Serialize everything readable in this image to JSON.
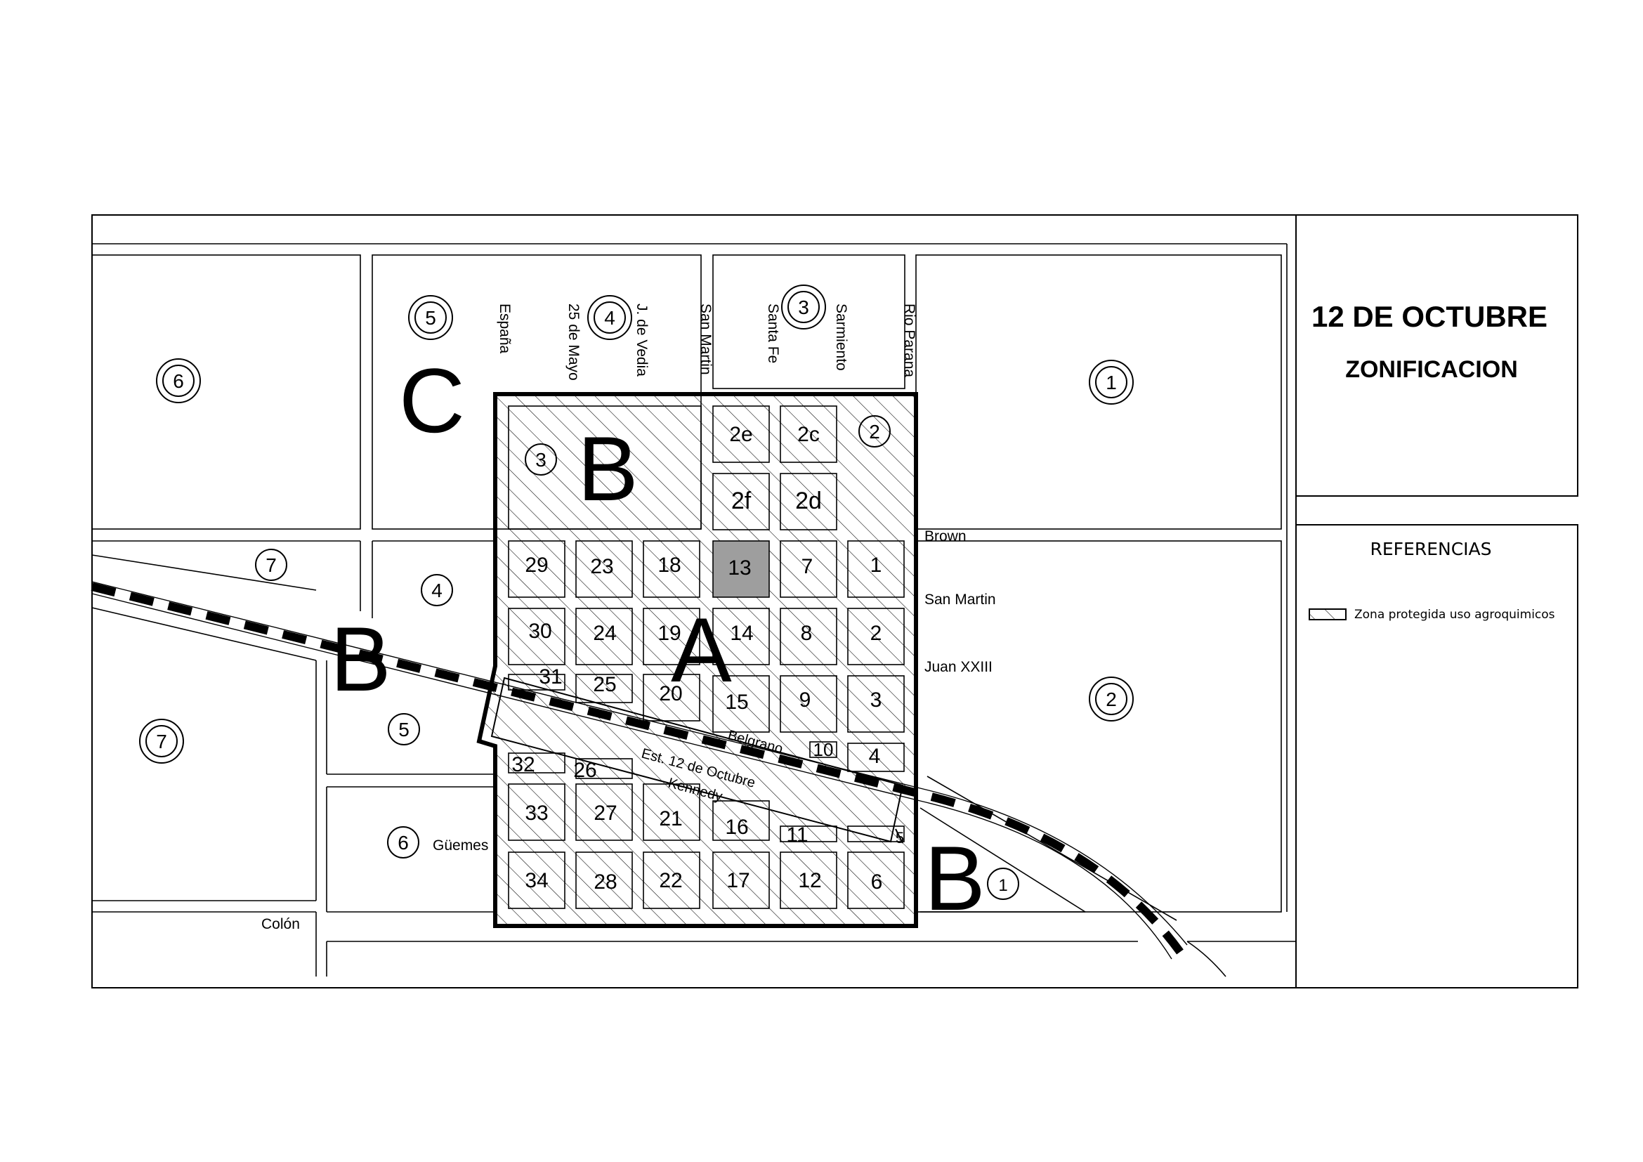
{
  "title": "12 DE OCTUBRE",
  "subtitle": "ZONIFICACION",
  "references": {
    "heading": "REFERENCIAS",
    "items": [
      {
        "label": "Zona protegida uso agroquimicos",
        "pattern": "diagonal-hatch"
      }
    ]
  },
  "zones": {
    "a": "A",
    "b": "B",
    "c": "C"
  },
  "streets": {
    "espana": "España",
    "mayo25": "25 de Mayo",
    "vedia": "J. de Vedia",
    "san_martin_v": "San Martin",
    "santa_fe": "Santa Fe",
    "sarmiento": "Sarmiento",
    "rio_parana": "Rio Parana",
    "brown": "Brown",
    "san_martin_h": "San Martin",
    "juan_xxiii": "Juan XXIII",
    "belgrano": "Belgrano",
    "est": "Est. 12 de Octubre",
    "kennedy": "Kennedy",
    "guemes": "Güemes",
    "colon": "Colón"
  },
  "blocks": {
    "b2e": "2e",
    "b2c": "2c",
    "b2f": "2f",
    "b2d": "2d",
    "b29": "29",
    "b23": "23",
    "b18": "18",
    "b13": "13",
    "b7": "7",
    "b1": "1",
    "b30": "30",
    "b24": "24",
    "b19": "19",
    "b14": "14",
    "b8": "8",
    "b2": "2",
    "b31": "31",
    "b25": "25",
    "b20": "20",
    "b15": "15",
    "b9": "9",
    "b3": "3",
    "b32": "32",
    "b26": "26",
    "b10": "10",
    "b4": "4",
    "b5": "5",
    "b33": "33",
    "b27": "27",
    "b21": "21",
    "b16": "16",
    "b11": "11",
    "b34": "34",
    "b28": "28",
    "b22": "22",
    "b17": "17",
    "b12": "12",
    "b6": "6"
  },
  "sectors": {
    "s6_top": "6",
    "s5_top": "5",
    "s4_top": "4",
    "s3_top": "3",
    "s1_top": "1",
    "s3_in": "3",
    "s2_in": "2",
    "s7_a": "7",
    "s4_mid": "4",
    "s7_b": "7",
    "s5_mid": "5",
    "s6_mid": "6",
    "s2_right": "2",
    "s1_bottom": "1"
  },
  "colors": {
    "line": "#000000",
    "highlight_block": "#9e9e9e",
    "background": "#ffffff"
  }
}
